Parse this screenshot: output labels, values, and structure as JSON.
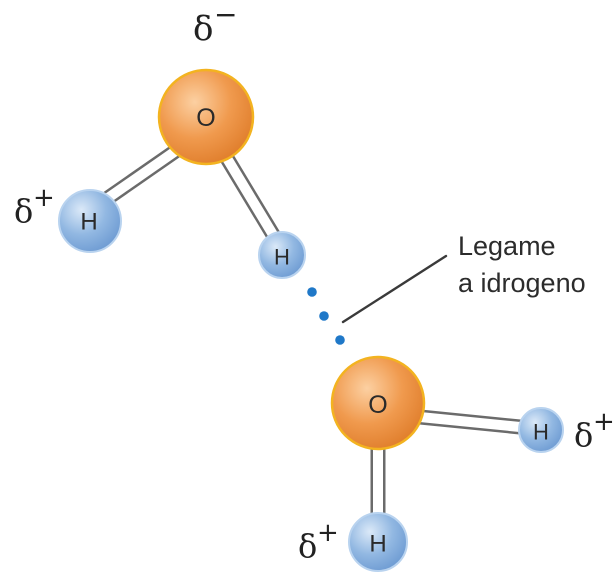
{
  "diagram": {
    "atoms": {
      "oxygen_label": "O",
      "hydrogen_label": "H"
    },
    "charges": {
      "negative_symbol": "δ",
      "negative_sign": "−",
      "positive_symbol": "δ",
      "positive_sign": "+"
    },
    "annotation": {
      "line1": "Legame",
      "line2": "a idrogeno"
    }
  },
  "colors": {
    "oxygen_fill": "#f09a4e",
    "oxygen_rim": "#f3b320",
    "hydrogen_fill": "#8fb5e0",
    "hydrogen_rim": "#b9d3ef",
    "bond_stroke": "#6b6b6b",
    "hbond_dots": "#1f78c8",
    "pointer_line": "#3a3a3a"
  }
}
